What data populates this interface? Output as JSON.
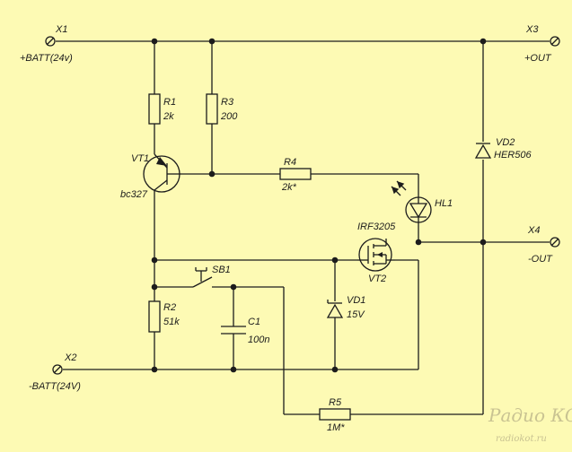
{
  "terminals": {
    "x1": {
      "ref": "X1",
      "desc": "+BATT(24v)"
    },
    "x2": {
      "ref": "X2",
      "desc": "-BATT(24V)"
    },
    "x3": {
      "ref": "X3",
      "desc": "+OUT"
    },
    "x4": {
      "ref": "X4",
      "desc": "-OUT"
    }
  },
  "components": {
    "r1": {
      "ref": "R1",
      "value": "2k"
    },
    "r2": {
      "ref": "R2",
      "value": "51k"
    },
    "r3": {
      "ref": "R3",
      "value": "200"
    },
    "r4": {
      "ref": "R4",
      "value": "2k*"
    },
    "r5": {
      "ref": "R5",
      "value": "1M*"
    },
    "c1": {
      "ref": "C1",
      "value": "100n"
    },
    "vd1": {
      "ref": "VD1",
      "value": "15V"
    },
    "vd2": {
      "ref": "VD2",
      "value": "HER506"
    },
    "vt1": {
      "ref": "VT1",
      "value": "bc327"
    },
    "vt2": {
      "ref": "VT2",
      "value": "IRF3205"
    },
    "hl1": {
      "ref": "HL1"
    },
    "sb1": {
      "ref": "SB1"
    }
  },
  "watermark": {
    "logo": "Радио КОТ",
    "site": "radiokot.ru"
  },
  "colors": {
    "background": "#fdfab4",
    "ink": "#1c1c1c",
    "watermark": "#c9c392"
  }
}
